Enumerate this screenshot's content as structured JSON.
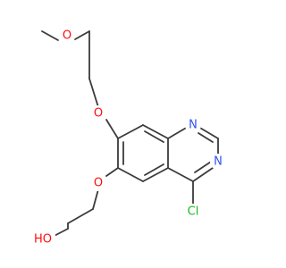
{
  "molecule": {
    "atoms": {
      "o_methoxy": {
        "text": "O",
        "color": "#ff0d0d"
      },
      "o_ether7": {
        "text": "O",
        "color": "#ff0d0d"
      },
      "o_ether6": {
        "text": "O",
        "color": "#ff0d0d"
      },
      "n1": {
        "text": "N",
        "color": "#3050f8"
      },
      "n3": {
        "text": "N",
        "color": "#3050f8"
      },
      "cl": {
        "text": "Cl",
        "color": "#1db81d"
      },
      "ho": {
        "text": "HO",
        "color": "#ff0d0d"
      }
    },
    "bond_color": "#3a3a3a"
  }
}
